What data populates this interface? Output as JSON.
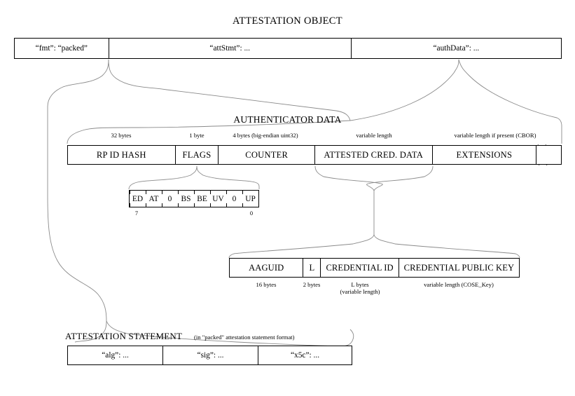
{
  "diagram": {
    "title": "ATTESTATION OBJECT",
    "attestation_object": {
      "cells": [
        {
          "label": "“fmt”: “packed”"
        },
        {
          "label": "“attStmt”: ..."
        },
        {
          "label": "“authData”: ..."
        }
      ]
    },
    "authenticator_data": {
      "title": "AUTHENTICATOR DATA",
      "cells": [
        {
          "label": "RP ID HASH",
          "size": "32 bytes"
        },
        {
          "label": "FLAGS",
          "size": "1 byte"
        },
        {
          "label": "COUNTER",
          "size": "4 bytes (big-endian uint32)"
        },
        {
          "label": "ATTESTED CRED. DATA",
          "size": "variable length"
        },
        {
          "label": "EXTENSIONS",
          "size": "variable length if present (CBOR)"
        }
      ]
    },
    "flags": {
      "bits": [
        {
          "label": "ED"
        },
        {
          "label": "AT"
        },
        {
          "label": "0"
        },
        {
          "label": "BS"
        },
        {
          "label": "BE"
        },
        {
          "label": "UV"
        },
        {
          "label": "0"
        },
        {
          "label": "UP"
        }
      ],
      "msb_index": "7",
      "lsb_index": "0"
    },
    "attested_credential_data": {
      "cells": [
        {
          "label": "AAGUID",
          "size": "16 bytes",
          "size2": ""
        },
        {
          "label": "L",
          "size": "2 bytes",
          "size2": ""
        },
        {
          "label": "CREDENTIAL ID",
          "size": "L bytes",
          "size2": "(variable length)"
        },
        {
          "label": "CREDENTIAL PUBLIC KEY",
          "size": "variable length (COSE_Key)",
          "size2": ""
        }
      ]
    },
    "attestation_statement": {
      "title": "ATTESTATION STATEMENT",
      "note": "(in \"packed\" attestation statement format)",
      "cells": [
        {
          "label": "“alg”: ..."
        },
        {
          "label": "“sig”: ..."
        },
        {
          "label": "“x5c”: ..."
        }
      ]
    },
    "colors": {
      "stroke": "#000000",
      "connector": "#808080",
      "background": "#ffffff"
    }
  }
}
